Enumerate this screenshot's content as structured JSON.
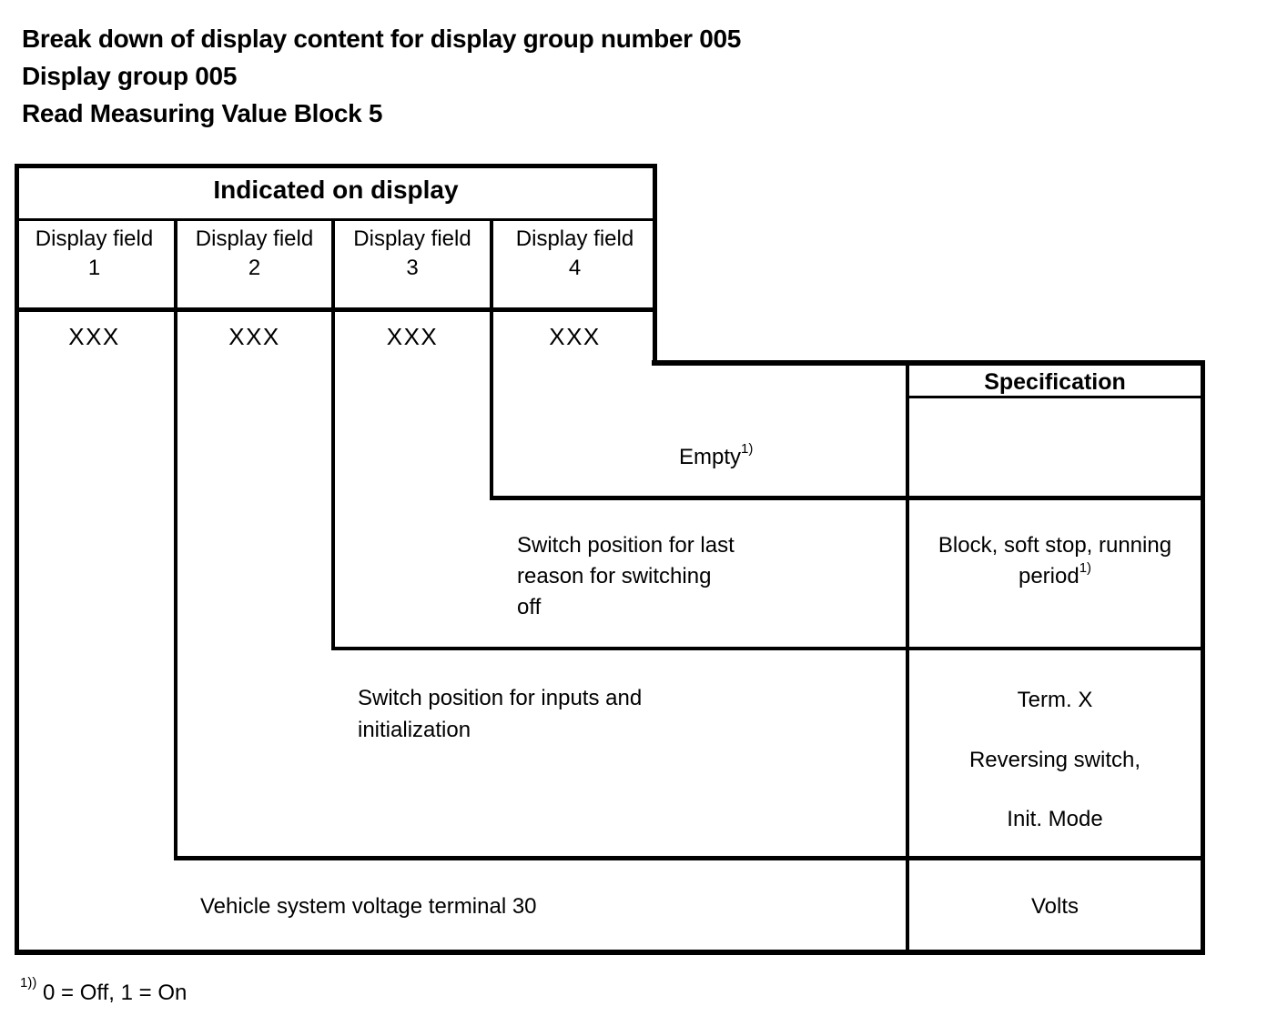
{
  "colors": {
    "ink": "#000000",
    "background": "#ffffff"
  },
  "titles": {
    "line1": "Break down of display content for display group number 005",
    "line2": "Display group 005",
    "line3": "Read Measuring Value Block 5"
  },
  "table": {
    "indicated_on_display": "Indicated on display",
    "specification": "Specification",
    "field_headers": [
      {
        "label": "Display field",
        "number": "1"
      },
      {
        "label": "Display field",
        "number": "2"
      },
      {
        "label": "Display field",
        "number": "3"
      },
      {
        "label": "Display field",
        "number": "4"
      }
    ],
    "field_values": [
      "XXX",
      "XXX",
      "XXX",
      "XXX"
    ],
    "rows": {
      "empty": {
        "text": "Empty",
        "sup": "1)"
      },
      "last_reason": {
        "desc": [
          "Switch position for last",
          "reason for switching",
          "off"
        ],
        "spec_line1": "Block, soft stop, running",
        "spec_line2": "period",
        "spec_sup": "1)"
      },
      "inputs": {
        "desc": [
          "Switch position for inputs and",
          "initialization"
        ],
        "spec": [
          "Term. X",
          "Reversing switch,",
          "Init. Mode"
        ]
      },
      "voltage": {
        "desc": "Vehicle system voltage terminal 30",
        "spec": "Volts"
      }
    }
  },
  "footnote": {
    "marker": "1))",
    "text": "0 = Off, 1 = On"
  }
}
